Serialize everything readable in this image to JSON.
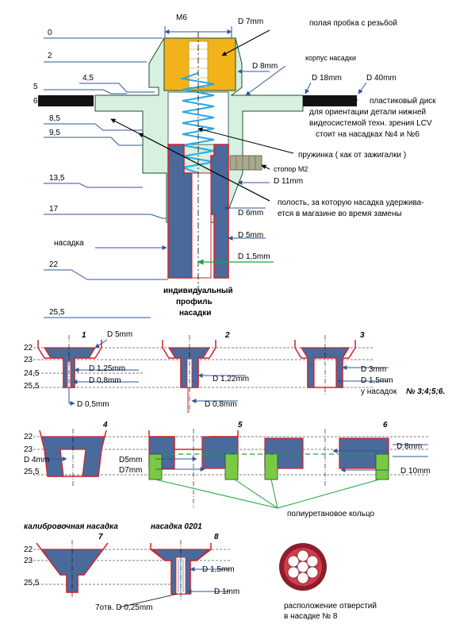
{
  "colors": {
    "body_fill": "#d7f0df",
    "body_stroke": "#1e4f2c",
    "plug_fill": "#f2b21a",
    "nozzle_fill": "#4a6a9c",
    "nozzle_stroke": "#d2202a",
    "spring": "#29a9e1",
    "disk": "#121212",
    "ring_fill": "#7ac943",
    "ring_line": "#1e9a3a",
    "arrow": "#2f5597",
    "green_arrow": "#1aa33a"
  },
  "main": {
    "levels": [
      "0",
      "2",
      "4,5",
      "5",
      "6",
      "8,5",
      "9,5",
      "13,5",
      "17",
      "22",
      "25,5"
    ],
    "m6": "M6",
    "d7": "D 7mm",
    "plug_label": "полая пробка с резьбой",
    "body_label": "корпус насадки",
    "d8": "D 8mm",
    "d18": "D 18mm",
    "d40": "D 40mm",
    "disk_label": [
      "пластиковый диск",
      "для ориентации детали нижней",
      "видеосистемой техн. зрения LCV",
      "стоит на насадках №4 и №6"
    ],
    "spring_label": "пружинка ( как от зажигалки )",
    "stopper_label": "стопор M2",
    "d11": "D 11mm",
    "cavity_label": [
      "полость, за которую насадка удержива-",
      "ется в магазине во время замены"
    ],
    "d6": "D 6mm",
    "nozzle_label": "насадка",
    "d5": "D 5mm",
    "d15": "D 1,5mm",
    "profile_label": [
      "индивидуальный",
      "профиль",
      "насадки"
    ]
  },
  "row1": {
    "levels": [
      "22",
      "23",
      "24,5",
      "25,5"
    ],
    "n1": "1",
    "n2": "2",
    "n3": "3",
    "d5": "D 5mm",
    "d125": "D 1,25mm",
    "d08": "D 0,8mm",
    "d05": "D 0,5mm",
    "d122": "D 1,22mm",
    "d08b": "D 0,8mm",
    "d3": "D 3mm",
    "d15": "D 1,5mm",
    "note": "у насадок",
    "note_bold": "№ 3;4;5;6."
  },
  "row2": {
    "levels": [
      "22",
      "23",
      "25,5"
    ],
    "n4": "4",
    "n5": "5",
    "n6": "6",
    "d4": "D 4mm",
    "d5": "D5mm",
    "d7": "D7mm",
    "d8": "D 8mm",
    "d10": "D 10mm",
    "ring_label": "полиуретановое кольцо"
  },
  "row3": {
    "levels": [
      "22",
      "23",
      "25,5"
    ],
    "calib_label": "калибровочная насадка",
    "n0201_label": "насадка 0201",
    "n7": "7",
    "n8": "8",
    "d15": "D 1,5mm",
    "d1": "D 1mm",
    "holes": "7отв. D 0,25mm",
    "layout_label": [
      "расположение отверстий",
      "в насадке № 8"
    ]
  }
}
